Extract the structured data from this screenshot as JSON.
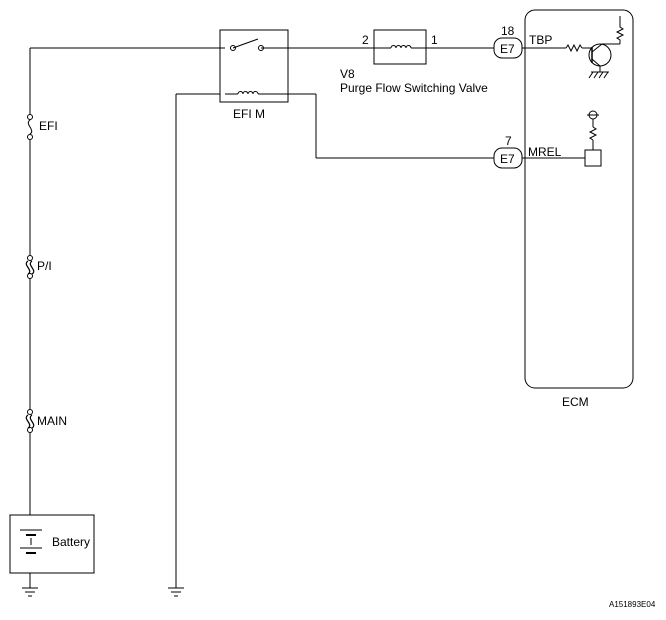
{
  "fuses": {
    "efi": "EFI",
    "pi": "P/I",
    "main": "MAIN"
  },
  "battery": {
    "label": "Battery"
  },
  "relay": {
    "label": "EFI M"
  },
  "valve": {
    "code": "V8",
    "name": "Purge Flow Switching Valve",
    "pin_left": "2",
    "pin_right": "1"
  },
  "ecm": {
    "label": "ECM",
    "connector_top": {
      "pin": "18",
      "name": "E7",
      "signal": "TBP"
    },
    "connector_bottom": {
      "pin": "7",
      "name": "E7",
      "signal": "MREL"
    }
  },
  "figure_code": "A151893E04"
}
